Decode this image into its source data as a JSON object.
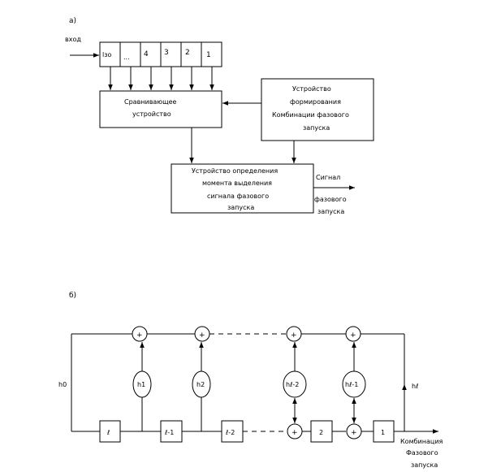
{
  "diagram_a": {
    "label": "а)",
    "input_label": "вход",
    "register_cells": [
      "lзо",
      "...",
      "4",
      "3",
      "2",
      "1"
    ],
    "comparator_lines": [
      "Сравнивающее",
      "устройство"
    ],
    "former_lines": [
      "Устройство",
      "формирования",
      "Комбинации фазового",
      "запуска"
    ],
    "detector_lines": [
      "Устройство определения",
      "момента выделения",
      "сигнала фазового",
      "запуска"
    ],
    "output_lines": [
      "Сигнал",
      "фазового",
      "запуска"
    ]
  },
  "diagram_b": {
    "label": "б)",
    "h0_label": "h0",
    "hl_label": "hℓ",
    "coefficients": [
      "h1",
      "h2",
      "hℓ-2",
      "hℓ-1"
    ],
    "delay_cells": [
      "ℓ",
      "ℓ-1",
      "ℓ-2",
      "2",
      "1"
    ],
    "adder_symbol": "+",
    "output_lines": [
      "Комбинация",
      "Фазового",
      "запуска"
    ]
  }
}
